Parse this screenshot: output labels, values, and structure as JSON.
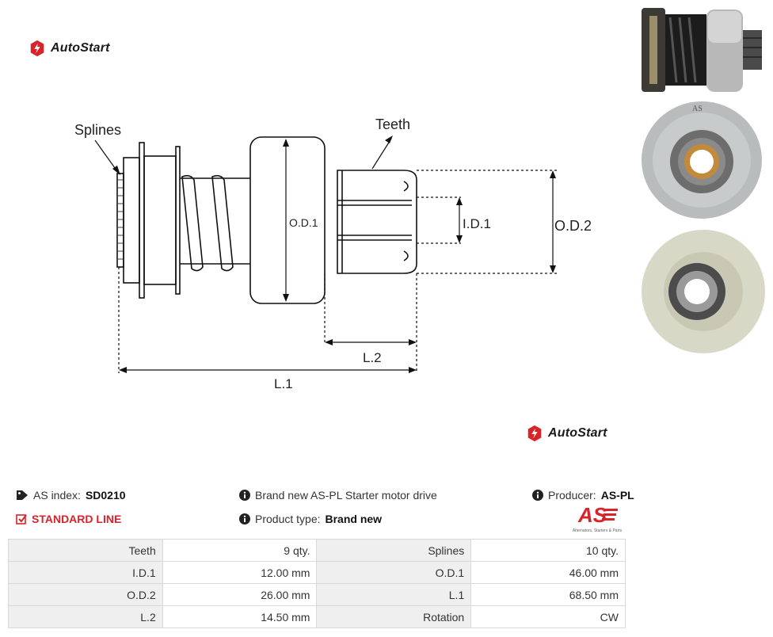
{
  "brand": {
    "name": "AutoStart",
    "accent": "#d8232a"
  },
  "drawing_labels": {
    "splines": "Splines",
    "teeth": "Teeth",
    "od1": "O.D.1",
    "id1": "I.D.1",
    "od2": "O.D.2",
    "l2": "L.2",
    "l1": "L.1"
  },
  "photos": {
    "top_stamp": "AS"
  },
  "info": {
    "as_index_label": "AS index:",
    "as_index_value": "SD0210",
    "description": "Brand new AS-PL Starter motor drive",
    "producer_label": "Producer:",
    "producer_value": "AS-PL",
    "line": "STANDARD LINE",
    "product_type_label": "Product type:",
    "product_type_value": "Brand new",
    "as_logo_text": "AS",
    "as_logo_tagline": "Alternators, Starters & Parts"
  },
  "specs": [
    [
      "Teeth",
      "9 qty.",
      "Splines",
      "10 qty."
    ],
    [
      "I.D.1",
      "12.00 mm",
      "O.D.1",
      "46.00 mm"
    ],
    [
      "O.D.2",
      "26.00 mm",
      "L.1",
      "68.50 mm"
    ],
    [
      "L.2",
      "14.50 mm",
      "Rotation",
      "CW"
    ]
  ]
}
